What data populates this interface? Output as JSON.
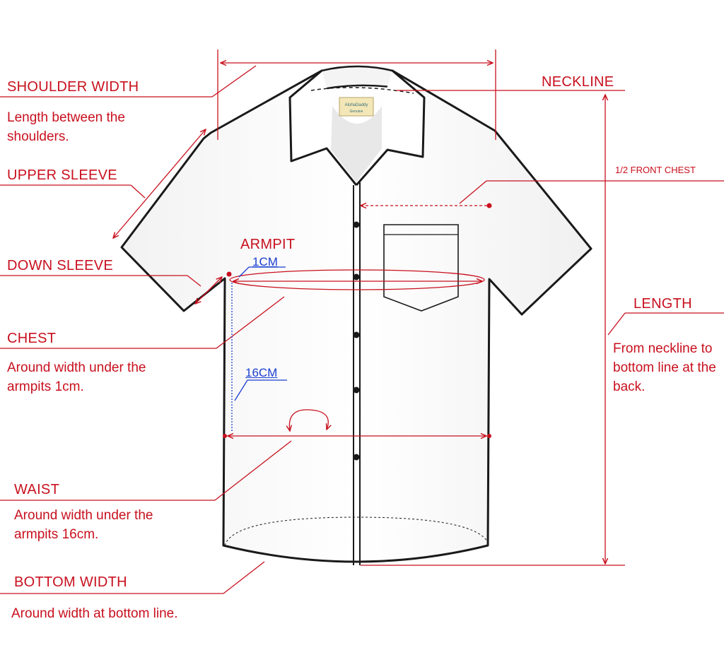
{
  "colors": {
    "label_red": "#c8101e",
    "guide_red": "#c8101e",
    "guide_blue": "#1a3fd1",
    "shirt_outline": "#1a1a1a",
    "shirt_fill": "#fbfbfb"
  },
  "tag": {
    "brand": "AlohaDaddy",
    "size": "Genuine"
  },
  "labels": {
    "shoulder_width": {
      "title": "SHOULDER WIDTH",
      "desc": "Length between the shoulders."
    },
    "upper_sleeve": {
      "title": "UPPER SLEEVE"
    },
    "down_sleeve": {
      "title": "DOWN SLEEVE"
    },
    "armpit": {
      "title": "ARMPIT"
    },
    "chest": {
      "title": "CHEST",
      "desc": "Around width under the armpits 1cm."
    },
    "waist": {
      "title": "WAIST",
      "desc": "Around width under the armpits 16cm."
    },
    "bottom_width": {
      "title": "BOTTOM WIDTH",
      "desc": "Around width at bottom line."
    },
    "neckline": {
      "title": "NECKLINE"
    },
    "half_front_chest": {
      "title": "1/2 FRONT CHEST"
    },
    "length": {
      "title": "LENGTH",
      "desc": "From neckline to bottom line at the back."
    }
  },
  "offsets": {
    "armpit_1cm": "1CM",
    "armpit_16cm": "16CM"
  }
}
